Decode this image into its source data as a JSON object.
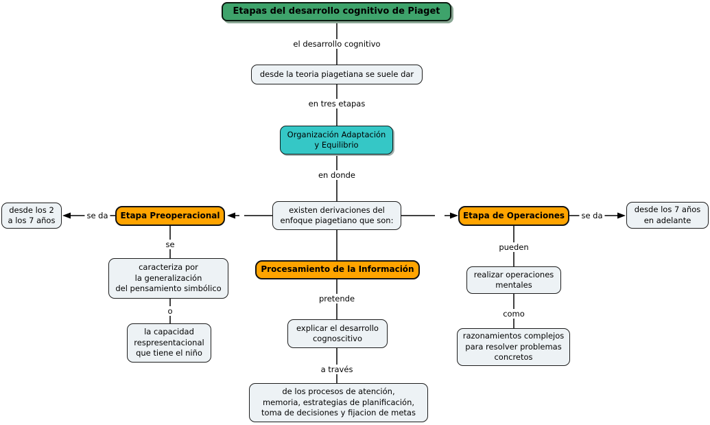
{
  "colors": {
    "background": "#ffffff",
    "title_bg": "#3ea36b",
    "stage_bg": "#ffa400",
    "process_bg": "#35c7c6",
    "concept_bg": "#edf2f5",
    "line": "#000000"
  },
  "nodes": {
    "title": "Etapas del desarrollo cognitivo de Piaget",
    "teoria": "desde la teoria piagetiana se suele dar",
    "organizacion": "Organización Adaptación\ny Equilibrio",
    "derivaciones": "existen derivaciones del\nenfoque piagetiano que son:",
    "preoperacional": "Etapa Preoperacional",
    "operaciones": "Etapa de Operaciones",
    "procesamiento": "Procesamiento de la Información",
    "edad_2_7": "desde los 2\na los 7 años",
    "edad_7_adelante": "desde los 7 años\nen adelante",
    "caracteriza": "caracteriza por\nla generalización\ndel pensamiento simbólico",
    "capacidad": "la capacidad\nrespresentacional\nque tiene el niño",
    "explicar": "explicar el desarrollo\ncognoscitivo",
    "procesos": "de los procesos de atención,\nmemoria, estrategias de planificación,\ntoma de decisiones y fijacion de metas",
    "realizar": "realizar operaciones\nmentales",
    "razonamientos": "razonamientos complejos\npara resolver problemas\nconcretos"
  },
  "links": {
    "desarrollo": "el desarrollo cognitivo",
    "tres_etapas": "en tres etapas",
    "en_donde": "en donde",
    "se_da_izq": "se da",
    "se_da_der": "se da",
    "se": "se",
    "o": "o",
    "pretende": "pretende",
    "a_traves": "a través",
    "pueden": "pueden",
    "como": "como"
  }
}
